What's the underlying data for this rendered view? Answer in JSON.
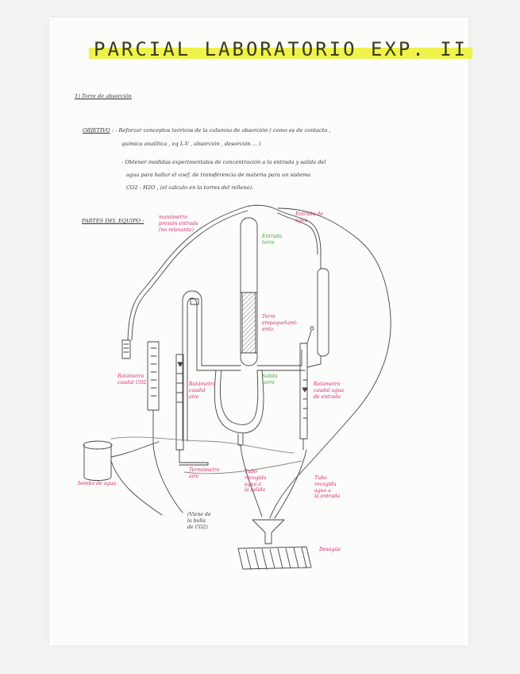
{
  "title": "PARCIAL LABORATORIO EXP. II",
  "section_heading": "1) Torre de absorción",
  "objective_label": "OBJETIVO",
  "objective_lines": [
    ": - Reforzar conceptos teóricos de la columna de absorción ( como es de contacto ,",
    "química analítica , eq L-V , absorción , desorción ... )",
    "- Obtener medidas experimentales de concentración a la entrada y salida del",
    "agua para hallar el coef. de transferencia de materia para un sistema",
    "CO2 - H2O , (el cálculo en la torres del relleno)."
  ],
  "parts_heading": "PARTES DEL EQUIPO :",
  "labels": {
    "manometro": "manómetro\npresión entrada\n(no relevante)",
    "entrada_agua": "Entrada de\nagua",
    "entrada_torre": "Entrada\ntorre",
    "torre_empaquetamiento": "Torre\nempaquetami-\nento.",
    "salida_torre": "Salida\ntorre",
    "rotametro_co2": "Rotámetro\ncaudal CO2",
    "rotametro_aire": "Rotámetro\ncaudal\naire",
    "rotametro_agua": "Rotámetro\ncaudal agua\nde entrada",
    "bomba_agua": "bomba de agua.",
    "termometro_aire": "Termómetro\naire",
    "tubo_salida": "Tubo\nrecogida\nagua a\nla salida",
    "tubo_entrada": "Tubo\nrecogida\nagua a\nla entrada",
    "botella_co2": "(Viene de\nla bolla\nde CO2)",
    "desague": "Desagüe"
  },
  "colors": {
    "highlight": "#eef24a",
    "label_pink": "#d3246d",
    "label_green": "#3d9a3d",
    "ink": "#333333"
  }
}
